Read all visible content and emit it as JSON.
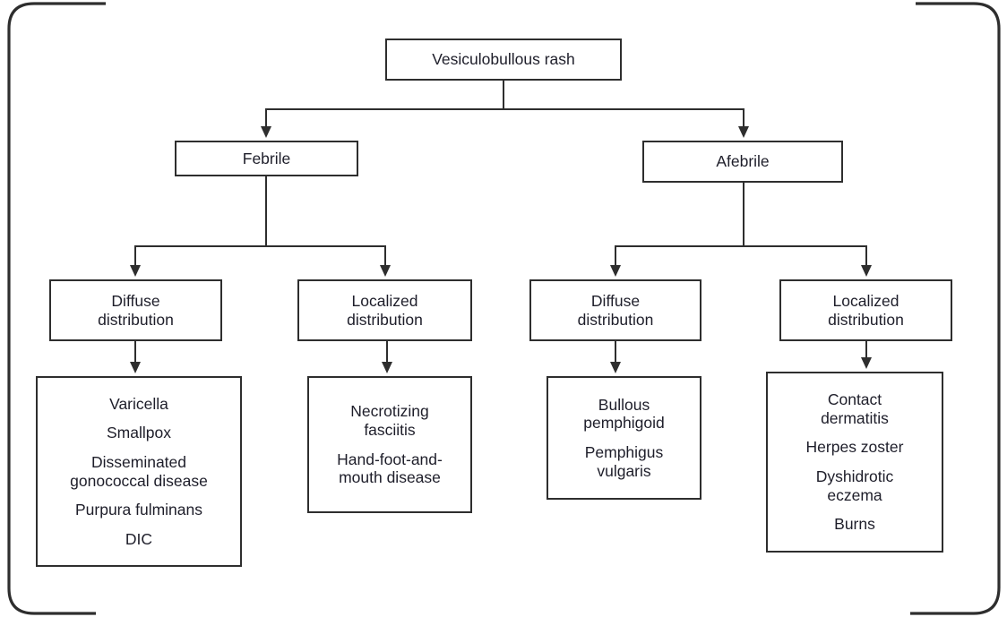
{
  "diagram": {
    "root": "Vesiculobullous rash",
    "branches": [
      {
        "label": "Febrile",
        "children": [
          {
            "label": "Diffuse distribution",
            "items": [
              "Varicella",
              "Smallpox",
              "Disseminated gonococcal disease",
              "Purpura fulminans",
              "DIC"
            ]
          },
          {
            "label": "Localized distribution",
            "items": [
              "Necrotizing fasciitis",
              "Hand-foot-and-mouth disease"
            ]
          }
        ]
      },
      {
        "label": "Afebrile",
        "children": [
          {
            "label": "Diffuse distribution",
            "items": [
              "Bullous pemphigoid",
              "Pemphigus vulgaris"
            ]
          },
          {
            "label": "Localized distribution",
            "items": [
              "Contact dermatitis",
              "Herpes zoster",
              "Dyshidrotic eczema",
              "Burns"
            ]
          }
        ]
      }
    ],
    "colors": {
      "line": "#2e2e2e",
      "box_border": "#2e2e2e",
      "text": "#1e1e2a",
      "background": "#ffffff"
    }
  }
}
